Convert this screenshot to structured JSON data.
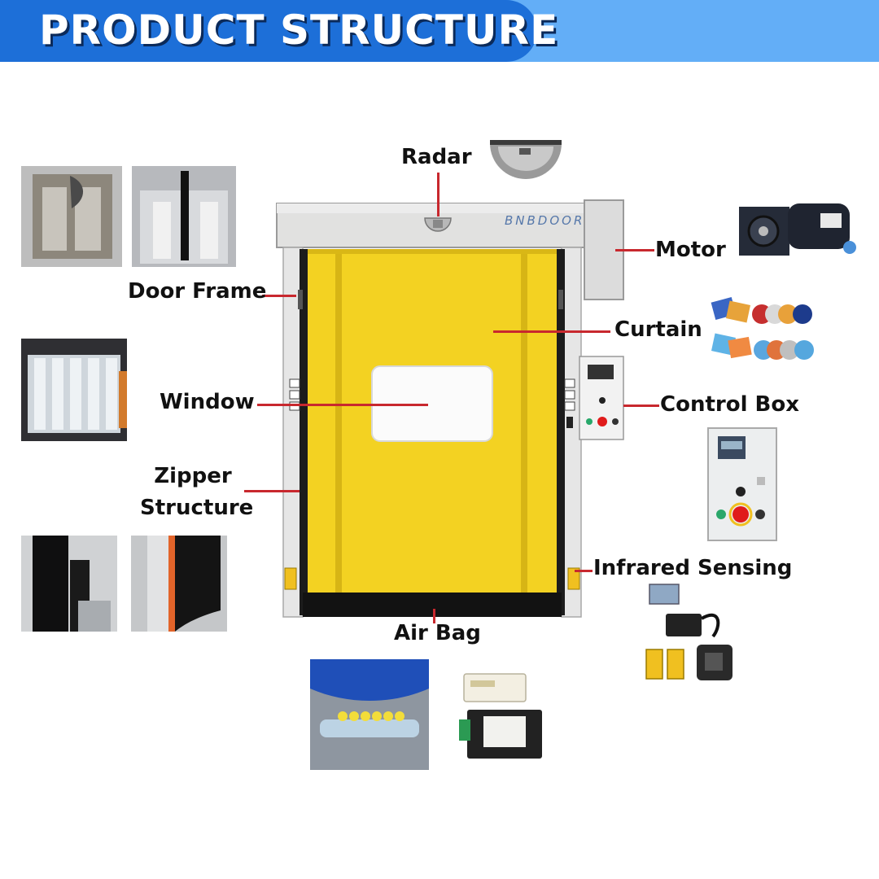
{
  "header": {
    "title": "PRODUCT STRUCTURE"
  },
  "door": {
    "brand": "BNBDOOR"
  },
  "labels": {
    "radar": "Radar",
    "motor": "Motor",
    "door_frame": "Door Frame",
    "curtain": "Curtain",
    "window": "Window",
    "control_box": "Control Box",
    "zipper_line1": "Zipper",
    "zipper_line2": "Structure",
    "infrared": "Infrared Sensing",
    "air_bag": "Air Bag"
  },
  "colors": {
    "banner_dark": "#1d6fd8",
    "banner_light": "#63aef7",
    "curtain_yellow": "#f3d222",
    "leader_red": "#c8282e",
    "frame_gray": "#e3e3e3"
  }
}
